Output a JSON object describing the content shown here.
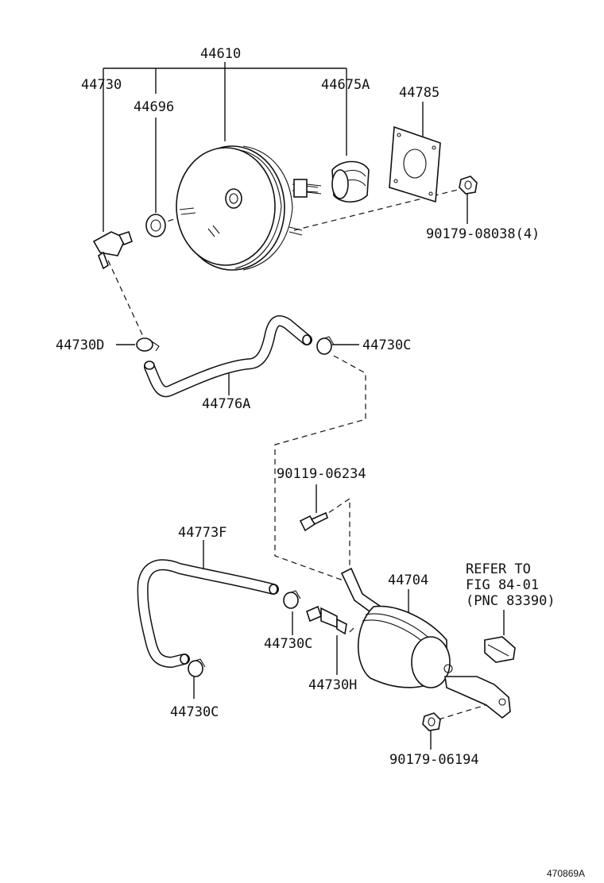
{
  "labels": {
    "booster_assembly": "44610",
    "check_valve": "44730",
    "grommet": "44696",
    "boot": "44675A",
    "gasket": "44785",
    "nut_booster": "90179-08038(4)",
    "clip_d": "44730D",
    "clip_c_upper": "44730C",
    "hose_upper": "44776A",
    "bolt": "90119-06234",
    "hose_lower": "44773F",
    "vacuum_tank": "44704",
    "refer_line1": "REFER TO",
    "refer_line2": "FIG 84-01",
    "refer_line3": "(PNC 83390)",
    "clip_c_mid": "44730C",
    "union_h": "44730H",
    "clip_c_lower": "44730C",
    "nut_tank": "90179-06194",
    "figure_id": "470869A"
  },
  "colors": {
    "ink": "#111111",
    "paper": "#ffffff"
  }
}
